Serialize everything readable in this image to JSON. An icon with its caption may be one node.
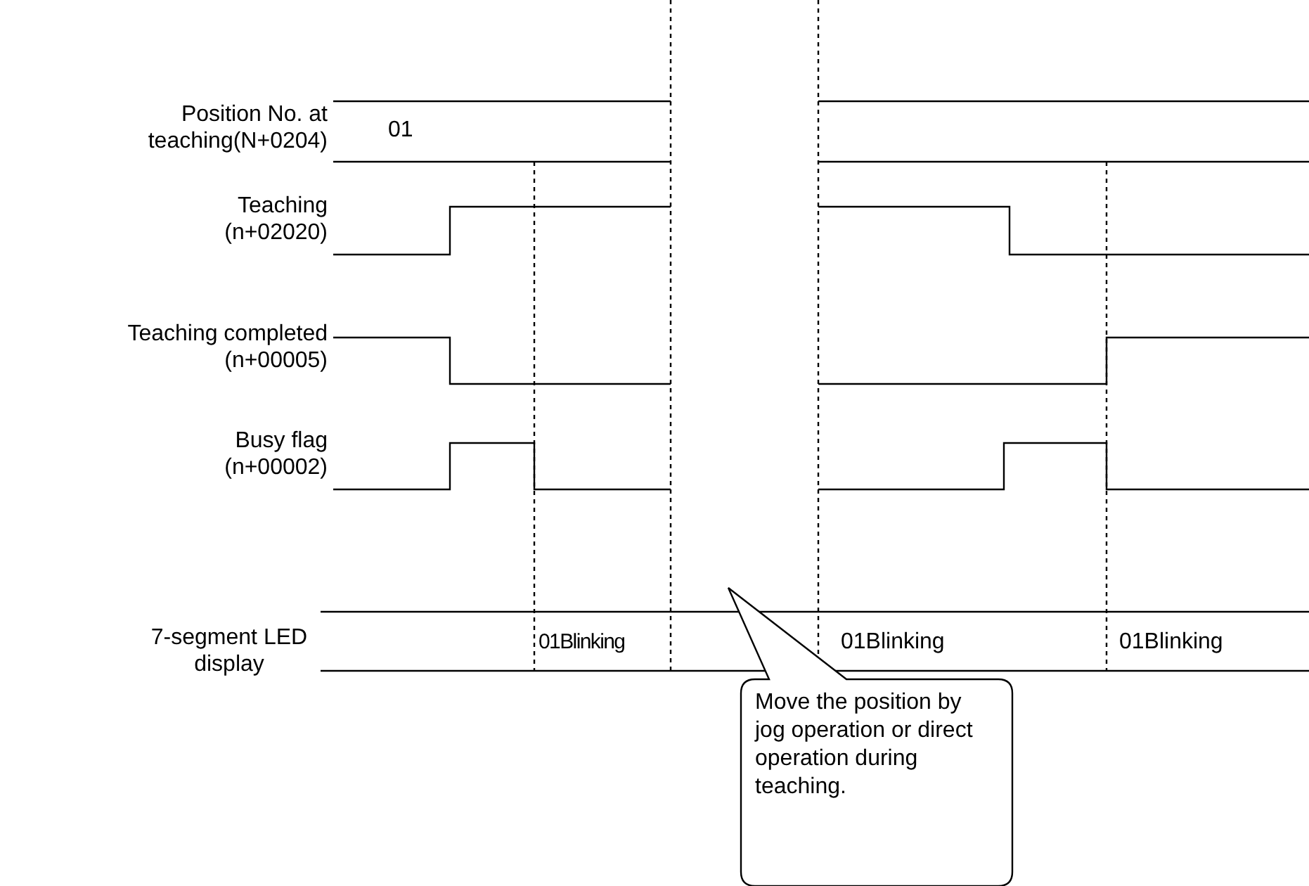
{
  "diagram": {
    "nodes": [
      {
        "text": [
          "Move the position by jog operation or direct operation during teaching."
        ]
      }
    ],
    "edges": [],
    "labels": [
      "Position No. at teaching(N+0204)",
      "01",
      "Teaching (n+02020)",
      "Teaching completed (n+00005)",
      "Busy flag (n+00002)",
      "7-segment LED display",
      "01Blinking",
      "01Blinking",
      "01Blinking"
    ]
  }
}
